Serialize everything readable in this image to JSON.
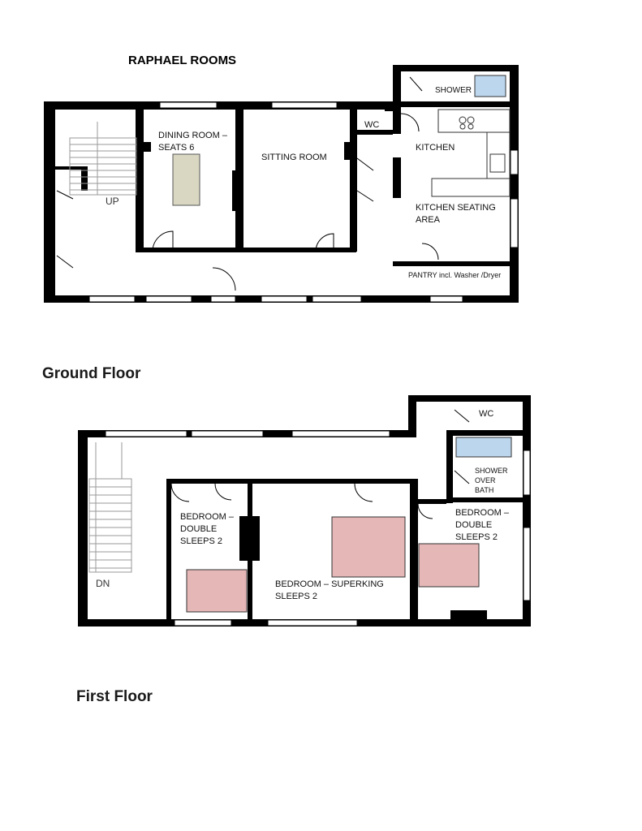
{
  "title": "RAPHAEL ROOMS",
  "colors": {
    "wall": "#000000",
    "stairs": "#9a9a9a",
    "dining_table": "#d9d6c2",
    "bed": "#e6b7b7",
    "bath_fixture": "#bcd6ee"
  },
  "ground_floor": {
    "heading": "Ground Floor",
    "stairs_label": "UP",
    "rooms": {
      "dining": "DINING ROOM –\nSEATS 6",
      "sitting": "SITTING ROOM",
      "wc": "WC",
      "shower": "SHOWER",
      "kitchen": "KITCHEN",
      "kitchen_seating": "KITCHEN SEATING\nAREA",
      "pantry": "PANTRY incl. Washer /Dryer"
    }
  },
  "first_floor": {
    "heading": "First Floor",
    "stairs_label": "DN",
    "rooms": {
      "bedroom_double_1": "BEDROOM –\nDOUBLE\nSLEEPS 2",
      "bedroom_superking": "BEDROOM – SUPERKING\nSLEEPS 2",
      "wc": "WC",
      "shower_over_bath": "SHOWER\nOVER\nBATH",
      "bedroom_double_2": "BEDROOM –\nDOUBLE\nSLEEPS 2"
    }
  }
}
